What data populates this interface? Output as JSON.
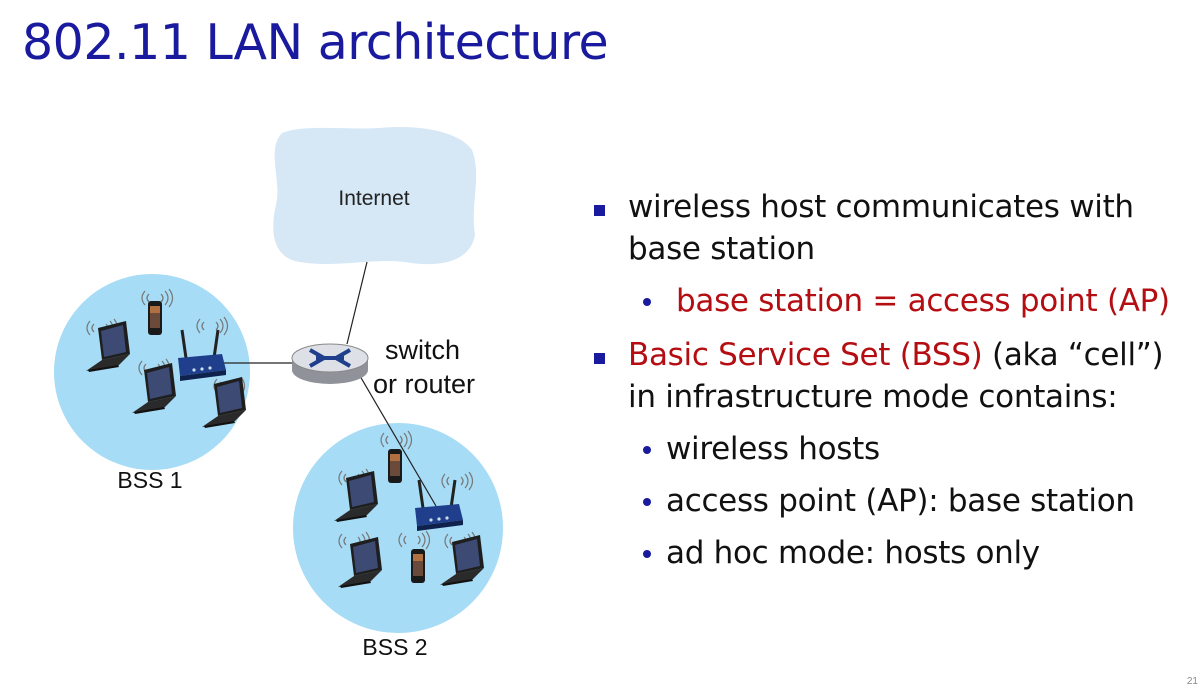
{
  "title": "802.11 LAN architecture",
  "diagram": {
    "cloud_label": "Internet",
    "switch_label_line1": "switch",
    "switch_label_line2": "or router",
    "bss1_label": "BSS 1",
    "bss2_label": "BSS 2"
  },
  "bullets": {
    "item1_line1": "wireless host communicates with",
    "item1_line2": "base station",
    "item1_sub": "base station = access point (AP)",
    "item2_red": "Basic Service Set (BSS)",
    "item2_rest1": " (aka “cell”)",
    "item2_line2": "in infrastructure mode contains:",
    "sub_items": [
      "wireless hosts",
      "access point (AP): base station",
      "ad hoc mode: hosts only"
    ]
  },
  "page_number": "21",
  "colors": {
    "title": "#1a1a9e",
    "accent_red": "#b40d12",
    "cell": "#a6dcf5",
    "cloud": "#d6e7f6"
  }
}
